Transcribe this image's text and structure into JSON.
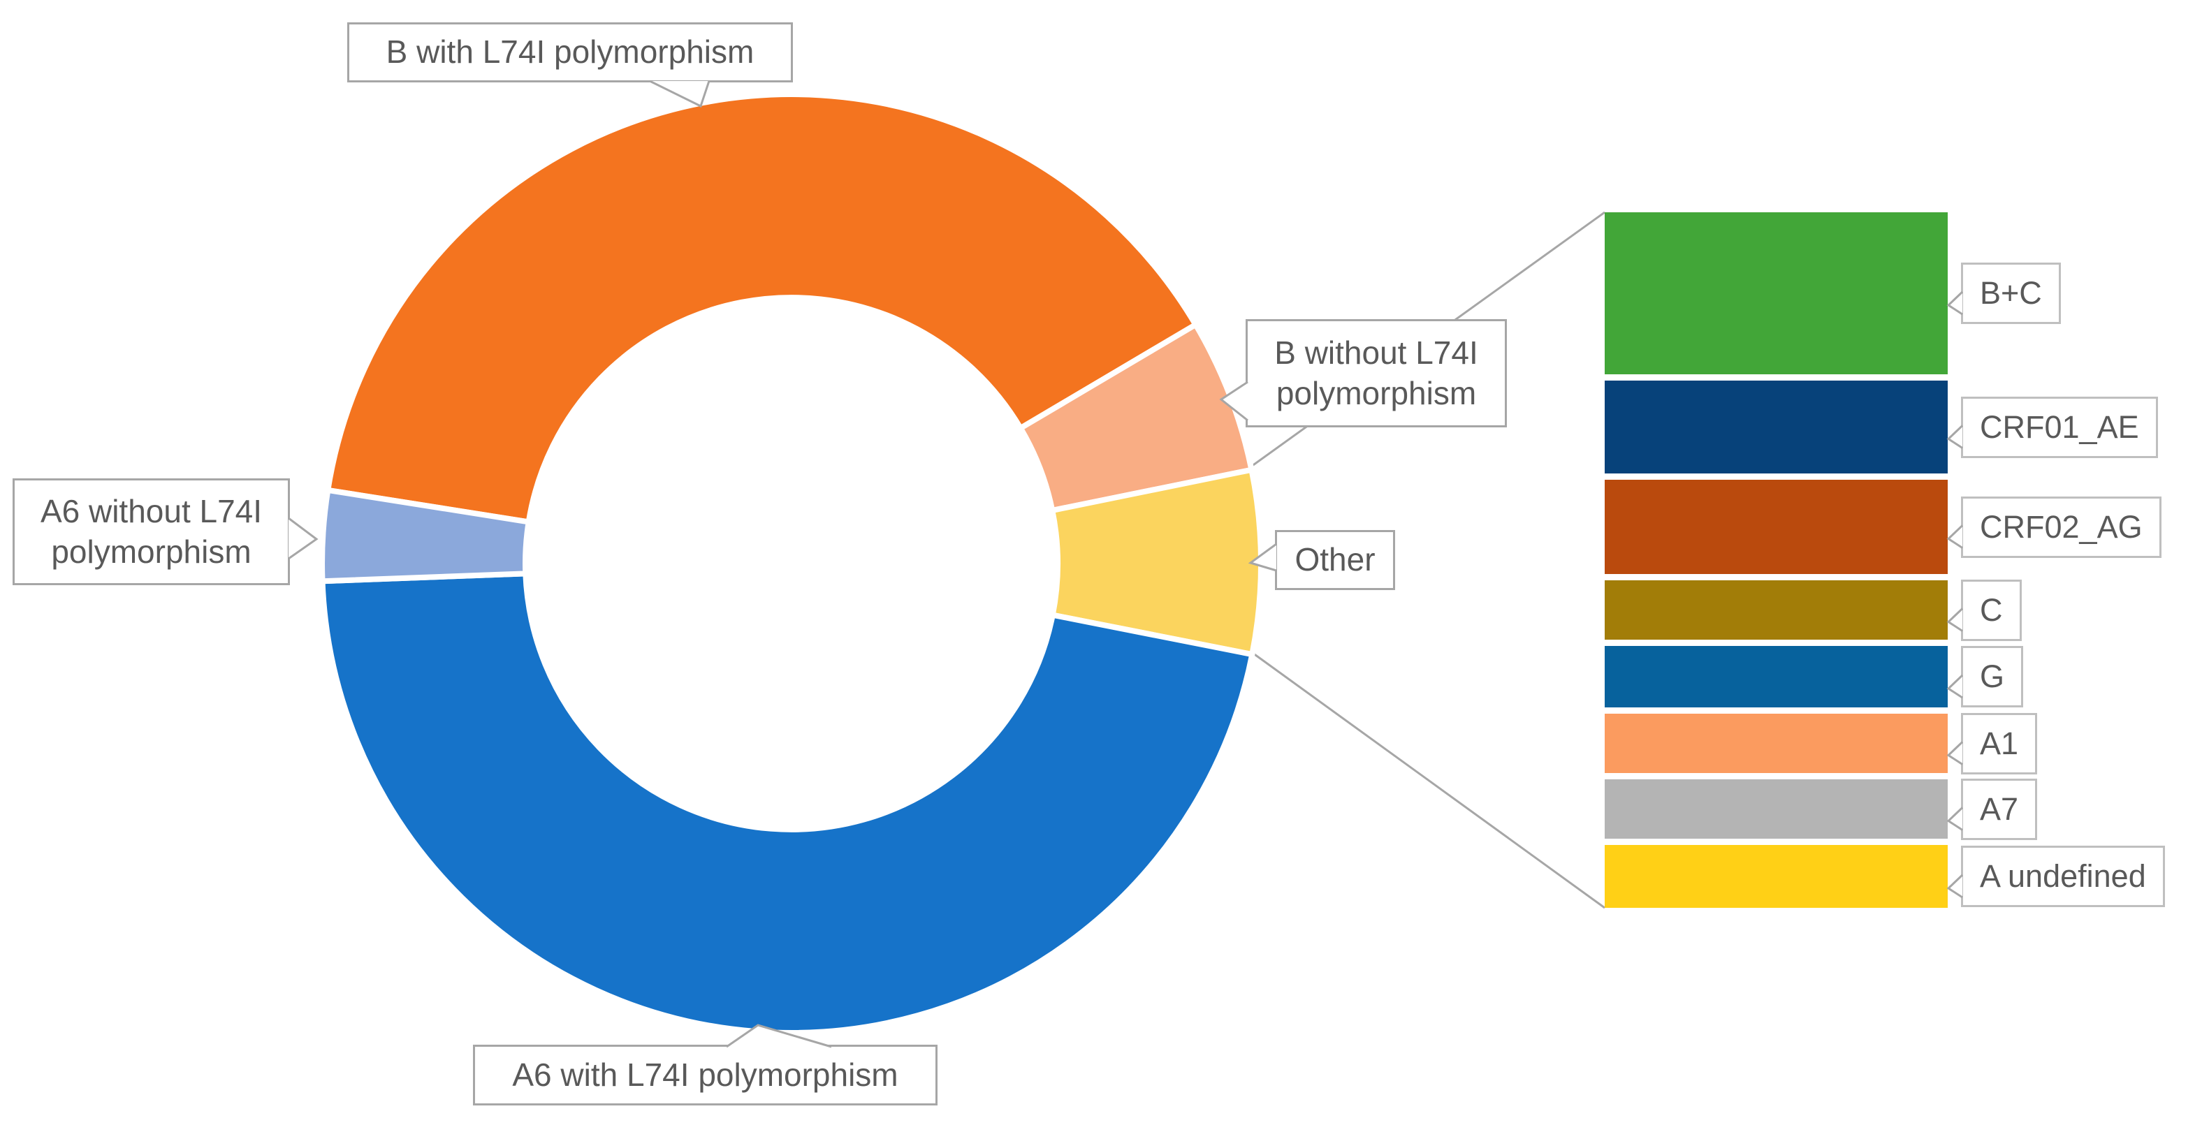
{
  "page": {
    "background": "#FFFFFF"
  },
  "styles": {
    "text_color": "#595959",
    "callout_border": "#A6A6A6",
    "legend_callout_border": "#BFBFBF",
    "connector_color": "#A6A6A6",
    "slice_separator": "#FFFFFF"
  },
  "chart_data": {
    "type": "pie",
    "subtype": "donut bar-of-pie",
    "title": "",
    "unit": "percent, estimated from arc angles / bar heights (no numeric labels shown in figure)",
    "start_angle_deg": 279,
    "legend_position": "right",
    "slices": [
      {
        "label": "B with L74I polymorphism",
        "value": 39.0,
        "color": "#F4741F"
      },
      {
        "label": "B without L74I polymorphism",
        "value": 5.3,
        "color": "#F9AD84"
      },
      {
        "label": "Other",
        "value": 6.3,
        "color": "#FBD45E"
      },
      {
        "label": "A6 with L74I polymorphism",
        "value": 46.3,
        "color": "#1673C9"
      },
      {
        "label": "A6 without L74I polymorphism",
        "value": 3.1,
        "color": "#8BA8DB"
      }
    ],
    "other_breakdown": {
      "note": "stacked bar detailing the 'Other' slice; values are % of the Other total",
      "bars": [
        {
          "label": "B+C",
          "value": 24.9,
          "color": "#42A638"
        },
        {
          "label": "CRF01_AE",
          "value": 14.3,
          "color": "#07427A"
        },
        {
          "label": "CRF02_AG",
          "value": 14.5,
          "color": "#BA4A0D"
        },
        {
          "label": "C",
          "value": 9.1,
          "color": "#A27D08"
        },
        {
          "label": "G",
          "value": 9.4,
          "color": "#07629D"
        },
        {
          "label": "A1",
          "value": 9.1,
          "color": "#FB9B5F"
        },
        {
          "label": "A7",
          "value": 9.1,
          "color": "#B4B4B4"
        },
        {
          "label": "A undefined",
          "value": 9.6,
          "color": "#FFD016"
        }
      ]
    }
  }
}
